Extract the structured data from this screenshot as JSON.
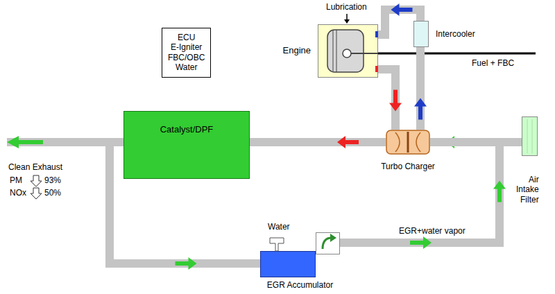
{
  "diagram": {
    "nodes": [
      {
        "text": [
          "ECU E-Igniter FBC/OBC Water"
        ]
      },
      {
        "text": [
          "Engine"
        ]
      },
      {
        "text": [
          "Intercooler"
        ]
      },
      {
        "text": [
          "Catalyst/DPF"
        ]
      },
      {
        "text": [
          "Turbo Charger"
        ]
      },
      {
        "text": [
          "Air Intake Filter"
        ]
      },
      {
        "text": [
          "EGR Accumulator"
        ]
      }
    ],
    "edges": [
      {
        "from": 5,
        "to": 4,
        "arrow": "to"
      },
      {
        "from": 4,
        "to": 2,
        "arrow": "to"
      },
      {
        "from": 2,
        "to": 1,
        "arrow": "to"
      },
      {
        "from": 1,
        "to": 4,
        "arrow": "to"
      },
      {
        "from": 4,
        "to": 3,
        "arrow": "to"
      },
      {
        "from": 3,
        "to": 6,
        "arrow": "to"
      },
      {
        "from": 6,
        "to": 4,
        "arrow": "to"
      }
    ],
    "labels": [
      "Lubrication",
      "Fuel + FBC",
      "Clean Exhaust",
      "PM",
      "93%",
      "NOx",
      "50%",
      "Water",
      "EGR+water vapor"
    ]
  }
}
